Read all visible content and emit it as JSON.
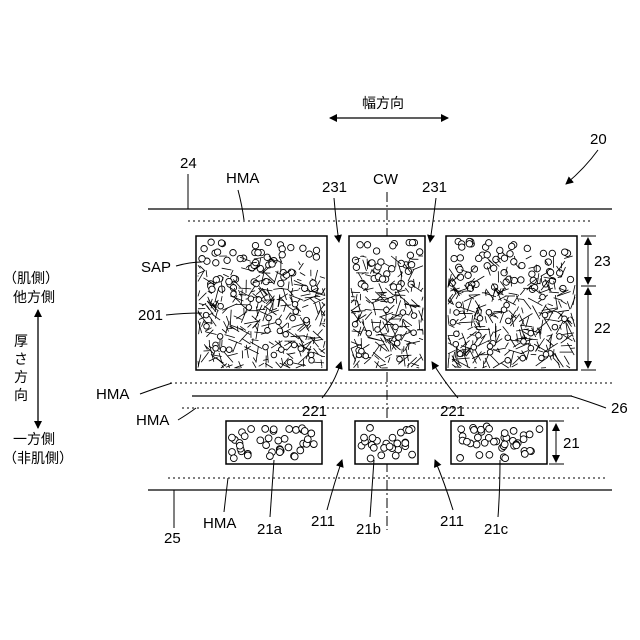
{
  "labels": {
    "width_direction": "幅方向",
    "ref_20": "20",
    "ref_24": "24",
    "hma_top": "HMA",
    "ref_231_left": "231",
    "cw": "CW",
    "ref_231_right": "231",
    "sap": "SAP",
    "ref_23": "23",
    "ref_201": "201",
    "ref_22": "22",
    "hma_mid1": "HMA",
    "hma_mid2": "HMA",
    "ref_221_left": "221",
    "ref_221_right": "221",
    "ref_26": "26",
    "ref_21": "21",
    "ref_211_left": "211",
    "ref_211_right": "211",
    "hma_bottom": "HMA",
    "ref_21a": "21a",
    "ref_21b": "21b",
    "ref_21c": "21c",
    "ref_25": "25",
    "skin_side_top": "（肌側）",
    "other_side": "他方側",
    "thickness_direction": "厚さ方向",
    "one_side": "一方側",
    "non_skin_side": "（非肌側）"
  }
}
